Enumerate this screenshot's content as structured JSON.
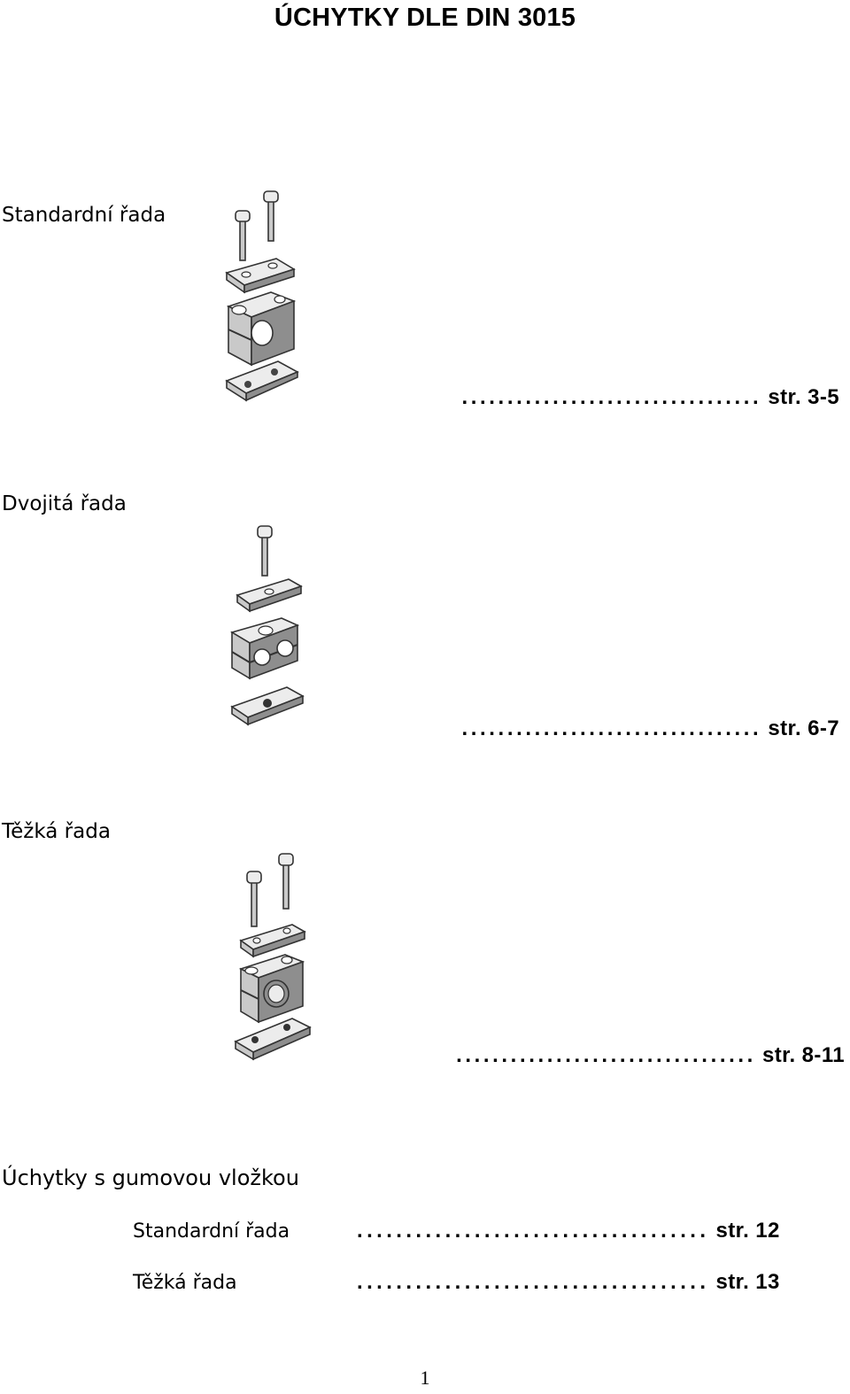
{
  "document": {
    "title": "ÚCHYTKY DLE DIN 3015",
    "sections": [
      {
        "label": "Standardní řada",
        "leader": ".................................",
        "page_ref": "str. 3-5",
        "illustration": "clamp-standard-series-illustration"
      },
      {
        "label": "Dvojitá řada",
        "leader": ".................................",
        "page_ref": "str. 6-7",
        "illustration": "clamp-double-series-illustration"
      },
      {
        "label": "Těžká řada",
        "leader": ".................................",
        "page_ref": "str. 8-11",
        "illustration": "clamp-heavy-series-illustration"
      }
    ],
    "rubber": {
      "heading": "Úchytky s gumovou vložkou",
      "items": [
        {
          "label": "Standardní řada",
          "leader": "....................................",
          "page_ref": "str. 12"
        },
        {
          "label": "Těžká řada",
          "leader": "....................................",
          "page_ref": "str. 13"
        }
      ]
    },
    "page_number": "1"
  }
}
